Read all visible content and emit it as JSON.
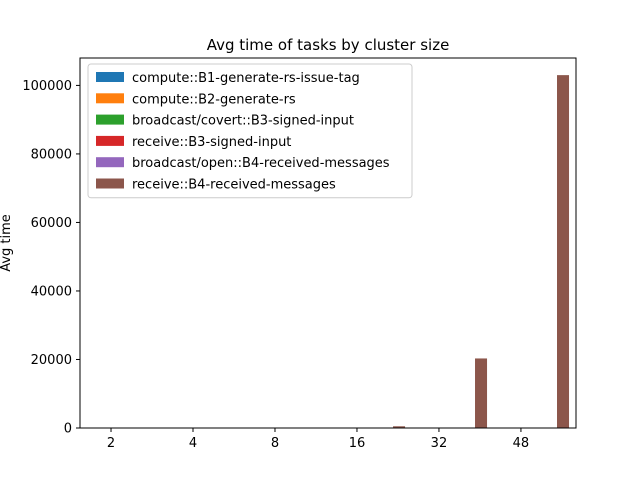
{
  "chart_data": {
    "type": "bar",
    "title": "Avg time of tasks by cluster size",
    "xlabel": "",
    "ylabel": "Avg time",
    "categories": [
      "2",
      "4",
      "8",
      "16",
      "32",
      "48"
    ],
    "ylim": [
      0,
      108000
    ],
    "yticks": [
      0,
      20000,
      40000,
      60000,
      80000,
      100000
    ],
    "grid": false,
    "legend_position": "top-left",
    "series": [
      {
        "name": "compute::B1-generate-rs-issue-tag",
        "color": "#1f77b4",
        "values": [
          0,
          0,
          0,
          0,
          0,
          0
        ]
      },
      {
        "name": "compute::B2-generate-rs",
        "color": "#ff7f0e",
        "values": [
          0,
          0,
          0,
          0,
          0,
          0
        ]
      },
      {
        "name": "broadcast/covert::B3-signed-input",
        "color": "#2ca02c",
        "values": [
          0,
          0,
          0,
          0,
          0,
          0
        ]
      },
      {
        "name": "receive::B3-signed-input",
        "color": "#d62728",
        "values": [
          0,
          0,
          0,
          0,
          0,
          0
        ]
      },
      {
        "name": "broadcast/open::B4-received-messages",
        "color": "#9467bd",
        "values": [
          0,
          0,
          0,
          0,
          0,
          0
        ]
      },
      {
        "name": "receive::B4-received-messages",
        "color": "#8c564b",
        "values": [
          0,
          0,
          0,
          500,
          20300,
          103000
        ]
      }
    ]
  }
}
